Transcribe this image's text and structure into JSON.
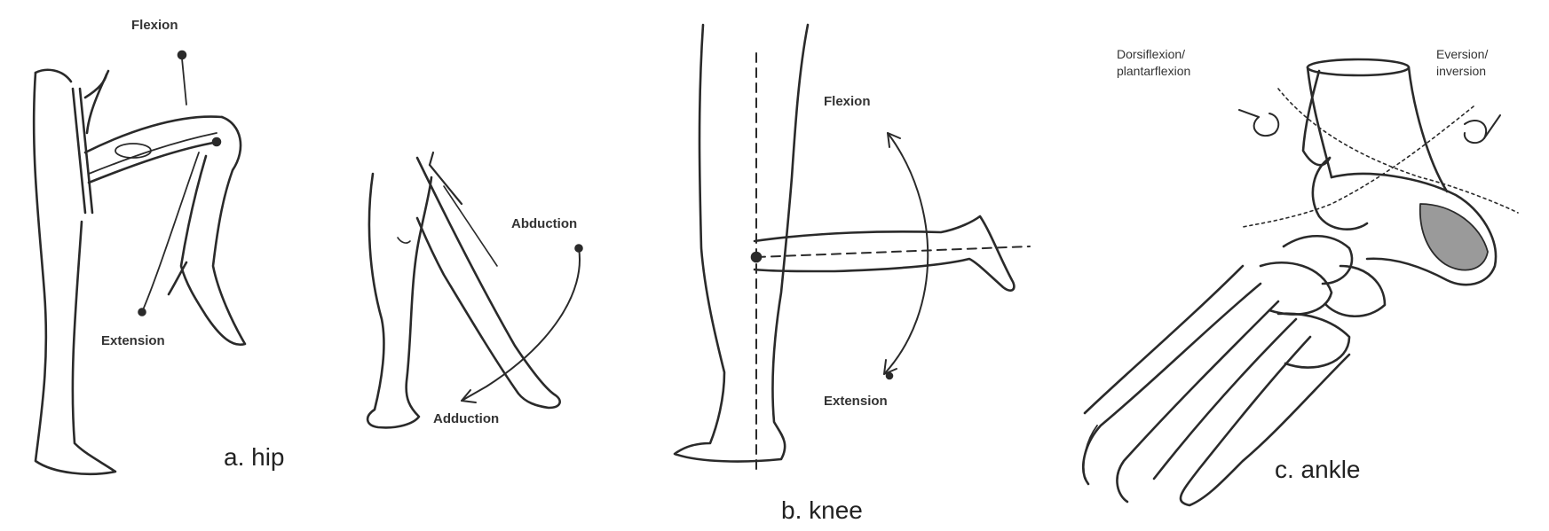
{
  "figure": {
    "hip": {
      "caption": "a. hip",
      "labels": {
        "flexion": "Flexion",
        "extension": "Extension",
        "abduction": "Abduction",
        "adduction": "Adduction"
      }
    },
    "knee": {
      "caption": "b. knee",
      "labels": {
        "flexion": "Flexion",
        "extension": "Extension"
      }
    },
    "ankle": {
      "caption": "c. ankle",
      "labels": {
        "dorsiflexion_line1": "Dorsiflexion/",
        "dorsiflexion_line2": "plantarflexion",
        "eversion_line1": "Eversion/",
        "eversion_line2": "inversion"
      }
    }
  },
  "colors": {
    "ink": "#2a2a2a",
    "shade": "#9a9a9a",
    "background": "#ffffff"
  }
}
